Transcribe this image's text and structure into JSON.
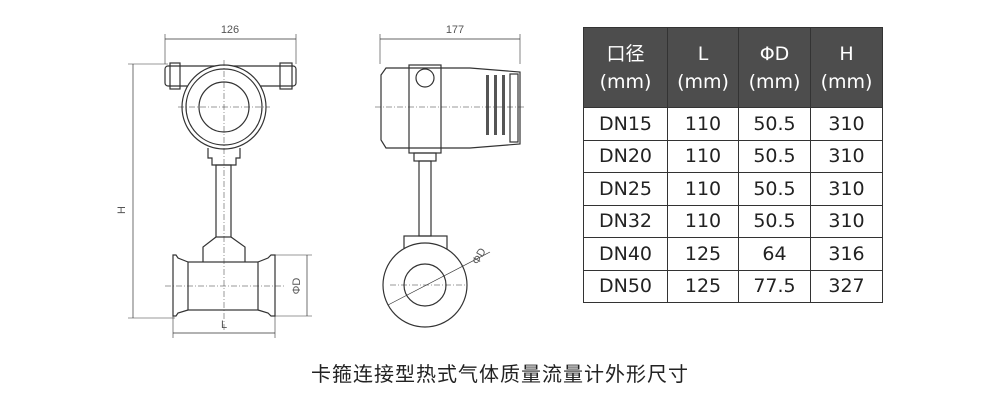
{
  "drawing": {
    "front_width_label": "126",
    "side_width_label": "177",
    "height_label": "H",
    "length_label": "L",
    "diameter_label_front": "ΦD",
    "diameter_label_side": "ΦD"
  },
  "table": {
    "headers": [
      {
        "name": "口径",
        "unit": "(mm)"
      },
      {
        "name": "L",
        "unit": "(mm)"
      },
      {
        "name": "ΦD",
        "unit": "(mm)"
      },
      {
        "name": "H",
        "unit": "(mm)"
      }
    ],
    "rows": [
      [
        "DN15",
        "110",
        "50.5",
        "310"
      ],
      [
        "DN20",
        "110",
        "50.5",
        "310"
      ],
      [
        "DN25",
        "110",
        "50.5",
        "310"
      ],
      [
        "DN32",
        "110",
        "50.5",
        "310"
      ],
      [
        "DN40",
        "125",
        "64",
        "316"
      ],
      [
        "DN50",
        "125",
        "77.5",
        "327"
      ]
    ]
  },
  "caption": "卡箍连接型热式气体质量流量计外形尺寸"
}
